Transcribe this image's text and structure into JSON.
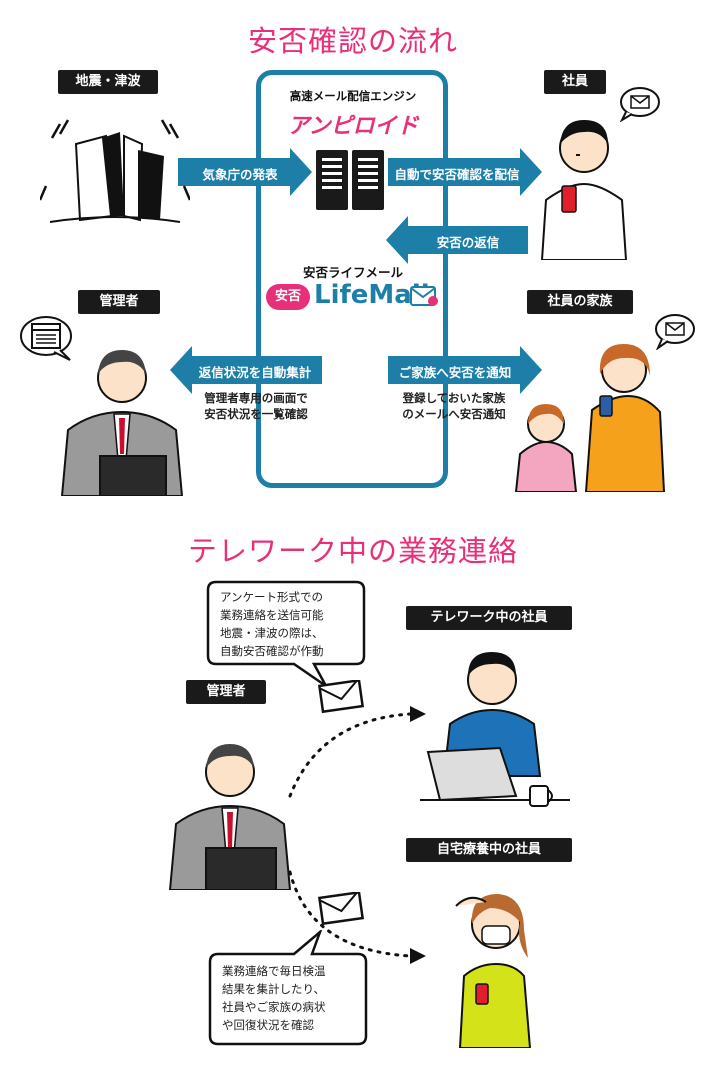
{
  "section1": {
    "title": "安否確認の流れ",
    "labels": {
      "disaster": "地震・津波",
      "employee": "社員",
      "manager": "管理者",
      "family": "社員の家族"
    },
    "engine_caption": "高速メール配信エンジン",
    "engine_logo": "アンピロイド",
    "lifemail_caption": "安否ライフメール",
    "lifemail_badge": "安否",
    "lifemail_logo": "LifeMail",
    "arrows": {
      "weather_agency": "気象庁の発表",
      "auto_delivery": "自動で安否確認を配信",
      "reply": "安否の返信",
      "aggregate": "返信状況を自動集計",
      "notify_family": "ご家族へ安否を通知"
    },
    "notes": {
      "manager_note_1": "管理者専用の画面で",
      "manager_note_2": "安否状況を一覧確認",
      "family_note_1": "登録しておいた家族",
      "family_note_2": "のメールへ安否通知"
    }
  },
  "section2": {
    "title": "テレワーク中の業務連絡",
    "labels": {
      "manager": "管理者",
      "telework": "テレワーク中の社員",
      "home_care": "自宅療養中の社員"
    },
    "bubble_top": [
      "アンケート形式での",
      "業務連絡を送信可能",
      "地震・津波の際は、",
      "自動安否確認が作動"
    ],
    "bubble_bottom": [
      "業務連絡で毎日検温",
      "結果を集計したり、",
      "社員やご家族の病状",
      "や回復状況を確認"
    ]
  },
  "colors": {
    "accent_pink": "#e8307a",
    "arrow_blue": "#1d7fa8",
    "label_black": "#1a1a1a"
  }
}
